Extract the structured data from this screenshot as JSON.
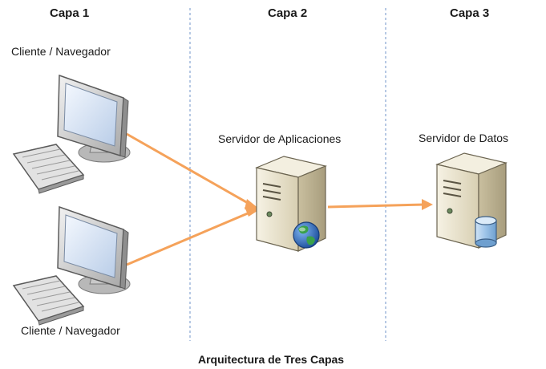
{
  "diagram": {
    "layers": [
      {
        "title": "Capa 1"
      },
      {
        "title": "Capa 2"
      },
      {
        "title": "Capa 3"
      }
    ],
    "nodes": {
      "client_top": {
        "label": "Cliente / Navegador",
        "icon": "desktop-computer-icon"
      },
      "client_bottom": {
        "label": "Cliente / Navegador",
        "icon": "desktop-computer-icon"
      },
      "app_server": {
        "label": "Servidor de Aplicaciones",
        "icon": "server-globe-icon"
      },
      "data_server": {
        "label": "Servidor de Datos",
        "icon": "server-database-icon"
      }
    },
    "edges": [
      {
        "from": "client_top",
        "to": "app_server"
      },
      {
        "from": "client_bottom",
        "to": "app_server"
      },
      {
        "from": "app_server",
        "to": "data_server"
      }
    ],
    "caption": "Arquitectura de Tres Capas",
    "colors": {
      "arrow": "#f5a25a",
      "divider": "#6f93c9",
      "server_body": "#e9e3cf",
      "monitor_frame": "#d9d9d9",
      "screen": "#dbe7f7",
      "globe": "#2a5fb0",
      "db_cylinder": "#9cc3e8"
    }
  }
}
